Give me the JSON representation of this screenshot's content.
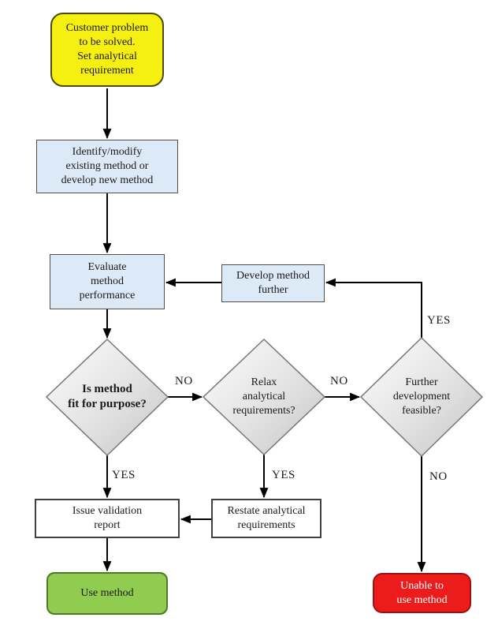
{
  "flowchart": {
    "nodes": {
      "start": {
        "label": [
          "Customer problem",
          "to be solved.",
          "Set analytical",
          "requirement"
        ],
        "shape": "rounded",
        "fill": "#f5ef12"
      },
      "identify": {
        "label": [
          "Identify/modify",
          "existing method or",
          "develop new method"
        ],
        "shape": "process",
        "fill": "#dce9f6"
      },
      "evaluate": {
        "label": [
          "Evaluate",
          "method",
          "performance"
        ],
        "shape": "process",
        "fill": "#dce9f6"
      },
      "develop": {
        "label": [
          "Develop method",
          "further"
        ],
        "shape": "process",
        "fill": "#dce9f6"
      },
      "fit_decision": {
        "label": [
          "Is method",
          "fit for purpose?"
        ],
        "shape": "decision",
        "bold": true
      },
      "relax_decision": {
        "label": [
          "Relax",
          "analytical",
          "requirements?"
        ],
        "shape": "decision"
      },
      "further_decision": {
        "label": [
          "Further",
          "development",
          "feasible?"
        ],
        "shape": "decision"
      },
      "issue": {
        "label": [
          "Issue validation",
          "report"
        ],
        "shape": "process",
        "fill": "#ffffff"
      },
      "restate": {
        "label": [
          "Restate analytical",
          "requirements"
        ],
        "shape": "process",
        "fill": "#ffffff"
      },
      "use": {
        "label": "Use method",
        "shape": "rounded",
        "fill": "#90cc4f"
      },
      "unable": {
        "label": [
          "Unable to",
          "use method"
        ],
        "shape": "rounded",
        "fill": "#ec1c1c"
      }
    },
    "edge_labels": {
      "fit_no": "NO",
      "fit_yes": "YES",
      "relax_no": "NO",
      "relax_yes": "YES",
      "further_yes": "YES",
      "further_no": "NO"
    },
    "colors": {
      "start_fill": "#f5ef12",
      "start_border": "#4a4a00",
      "process_fill": "#dce9f6",
      "process_border": "#4f4f4f",
      "decision_gradient_start": "#fdfdfd",
      "decision_gradient_end": "#c6c6c6",
      "decision_border": "#777777",
      "success_fill": "#90cc4f",
      "success_border": "#4e7a27",
      "fail_fill": "#ec1c1c",
      "fail_border": "#9c1212",
      "io_fill": "#ffffff",
      "connector": "#000000"
    }
  }
}
